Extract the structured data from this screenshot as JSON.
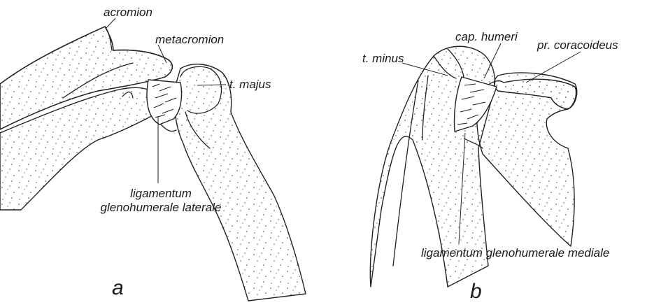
{
  "diagram": {
    "panel_a": {
      "label": "a",
      "structures": {
        "acromion": "acromion",
        "metacromion": "metacromion",
        "t_majus": "t. majus",
        "ligament_line1": "ligamentum",
        "ligament_line2": "glenohumerale laterale"
      }
    },
    "panel_b": {
      "label": "b",
      "structures": {
        "cap_humeri": "cap. humeri",
        "t_minus": "t. minus",
        "pr_coracoideus": "pr. coracoideus",
        "ligament": "ligamentum glenohumerale mediale"
      }
    },
    "colors": {
      "line": "#222222",
      "stipple": "#444444",
      "background": "#ffffff"
    }
  }
}
